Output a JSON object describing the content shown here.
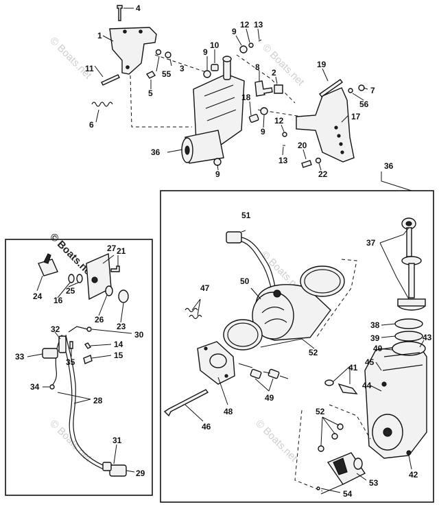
{
  "watermark": {
    "text": "© Boats.net",
    "color": "#cfcfcf"
  },
  "callouts": {
    "c1": "1",
    "c2": "2",
    "c3": "3",
    "c4": "4",
    "c5": "5",
    "c6": "6",
    "c7": "7",
    "c8": "8",
    "c9a": "9",
    "c9b": "9",
    "c9c": "9",
    "c9d": "9",
    "c10": "10",
    "c11": "11",
    "c12a": "12",
    "c12b": "12",
    "c13a": "13",
    "c13b": "13",
    "c14": "14",
    "c15": "15",
    "c16": "16",
    "c17": "17",
    "c18": "18",
    "c19": "19",
    "c20": "20",
    "c21": "21",
    "c22": "22",
    "c23": "23",
    "c24": "24",
    "c25": "25",
    "c26": "26",
    "c27": "27",
    "c28": "28",
    "c29": "29",
    "c30": "30",
    "c31": "31",
    "c32": "32",
    "c33": "33",
    "c34": "34",
    "c35": "35",
    "c36a": "36",
    "c36b": "36",
    "c37": "37",
    "c38": "38",
    "c39": "39",
    "c40": "40",
    "c41": "41",
    "c42": "42",
    "c43": "43",
    "c44": "44",
    "c45": "45",
    "c46": "46",
    "c47": "47",
    "c48": "48",
    "c49": "49",
    "c50": "50",
    "c51": "51",
    "c52a": "52",
    "c52b": "52",
    "c53": "53",
    "c54": "54",
    "c55": "55",
    "c56": "56"
  }
}
